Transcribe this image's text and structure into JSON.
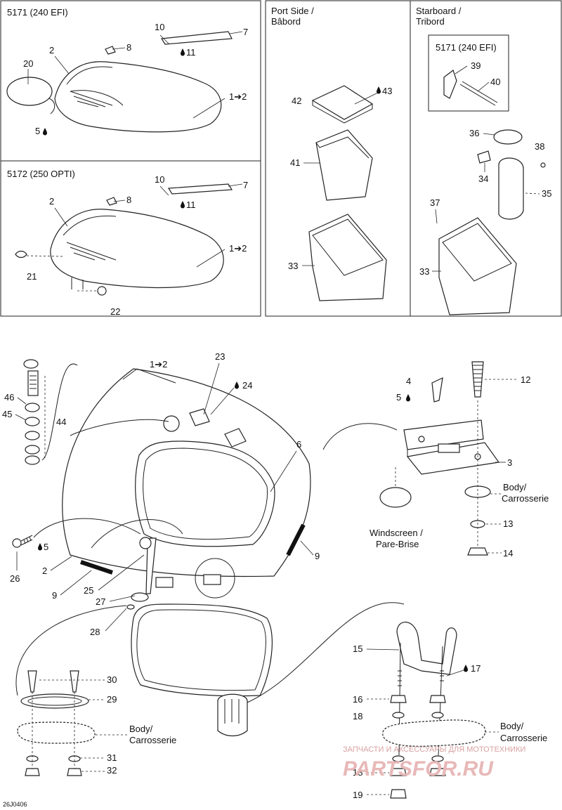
{
  "headers": {
    "h5171_top": "5171 (240 EFI)",
    "h5172": "5172 (250 OPTI)",
    "port": "Port Side /",
    "port_fr": "Bâbord",
    "starboard": "Starboard /",
    "starboard_fr": "Tribord",
    "h5171_inner": "5171 (240 EFI)"
  },
  "callouts": {
    "c10a": "10",
    "c7a": "7",
    "c8a": "8",
    "c11a": "11",
    "c2a": "2",
    "c20": "20",
    "c1_2a": "1➔2",
    "c5a": "5",
    "c10b": "10",
    "c7b": "7",
    "c8b": "8",
    "c11b": "11",
    "c2b": "2",
    "c1_2b": "1➔2",
    "c21": "21",
    "c22": "22",
    "c42": "42",
    "c43": "43",
    "c41": "41",
    "c33a": "33",
    "c39": "39",
    "c40": "40",
    "c36": "36",
    "c38": "38",
    "c34": "34",
    "c35": "35",
    "c37": "37",
    "c33b": "33",
    "c23": "23",
    "c1_2c": "1➔2",
    "c24": "24",
    "c46": "46",
    "c45": "45",
    "c44": "44",
    "c6": "6",
    "c4": "4",
    "c5b": "5",
    "c12": "12",
    "c3": "3",
    "c13": "13",
    "c14": "14",
    "c26": "26",
    "c5c": "5",
    "c2c": "2",
    "c9a": "9",
    "c9b": "9",
    "c25": "25",
    "c27": "27",
    "c28": "28",
    "c15": "15",
    "c17": "17",
    "c16": "16",
    "c18a": "18",
    "c18b": "18",
    "c19": "19",
    "c30": "30",
    "c29": "29",
    "c31": "31",
    "c32": "32"
  },
  "notes": {
    "body1": "Body/",
    "body1_fr": "Carrosserie",
    "windscreen": "Windscreen /",
    "windscreen_fr": "Pare-Brise",
    "body2": "Body/",
    "body2_fr": "Carrosserie",
    "body3": "Body/",
    "body3_fr": "Carrosserie"
  },
  "footer": {
    "code": "26J0406"
  },
  "watermark": {
    "line1": "ЗАПЧАСТИ И АКСЕССУАРЫ ДЛЯ МОТОТЕХНИКИ",
    "line2": "PARTSFOR.RU"
  }
}
